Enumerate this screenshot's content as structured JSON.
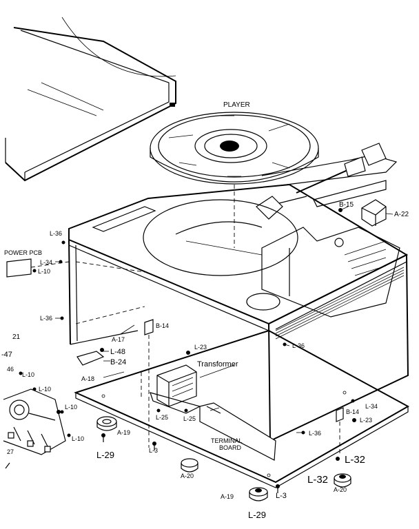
{
  "labels": {
    "player": "PLAYER",
    "b15": "B-15",
    "a22": "A-22",
    "l36_top": "L-36",
    "power_pcb": "POWER PCB",
    "l34_left": "L-34",
    "l10_left": "L-10",
    "l36_mid": "L-36",
    "n21": "21",
    "a17": "A-17",
    "b14_left": "B-14",
    "n47": "-47",
    "l48": "L-48",
    "b24": "B-24",
    "n46": "46",
    "l10_b": "L-10",
    "a18": "A-18",
    "l10_c": "L-10",
    "l23_top": "L-23",
    "transformer": "Transformer",
    "l36_right": "L-36",
    "l10_d": "L-10",
    "l10_e": "L-10",
    "l25_a": "L-25",
    "l25_b": "L-25",
    "a19_left": "A-19",
    "n27": "27",
    "l29_left": "L-29",
    "l3_left": "L-3",
    "terminal": "TERMINAL",
    "board": "BOARD",
    "a20_left": "A-20",
    "l36_low": "L-36",
    "l34_right": "L-34",
    "b14_right": "B-14",
    "l23_right": "L-23",
    "l32_a": "L-32",
    "l32_b": "L-32",
    "a20_right": "A-20",
    "a19_bottom": "A-19",
    "l3_bottom": "L-3",
    "l29_bottom": "L-29"
  }
}
